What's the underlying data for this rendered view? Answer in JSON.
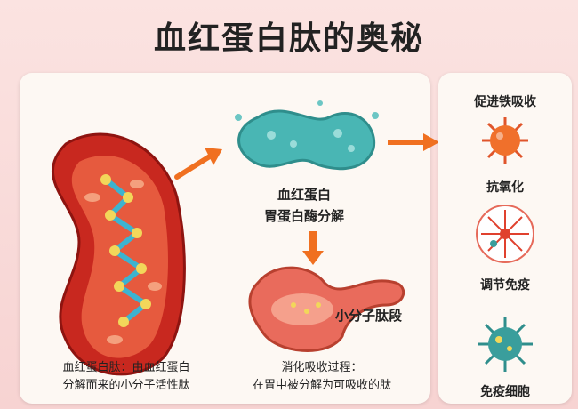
{
  "title": "血红蛋白肽的奥秘",
  "left_panel": {
    "hemoglobin_label_1": "血红蛋白",
    "hemoglobin_label_2": "胃蛋白酶分解",
    "peptide_label": "小分子肽段",
    "caption_left_1": "血红蛋白肽：由血红蛋白",
    "caption_left_2": "分解而来的小分子活性肽",
    "caption_mid_1": "消化吸收过程：",
    "caption_mid_2": "在胃中被分解为可吸收的肽"
  },
  "right_panel": {
    "benefits": [
      {
        "label": "促进铁吸收",
        "icon": "virus-orange-icon"
      },
      {
        "label": "抗氧化",
        "icon": "starburst-icon"
      },
      {
        "label": "调节免疫",
        "icon": "immune-virus-icon"
      },
      {
        "label": "免疫细胞",
        "icon": "immune-cell-icon"
      }
    ]
  },
  "colors": {
    "red_cell": "#c8281f",
    "protein_teal": "#49b6b4",
    "arrow": "#f07020",
    "accent_green": "#3a9e9c"
  }
}
